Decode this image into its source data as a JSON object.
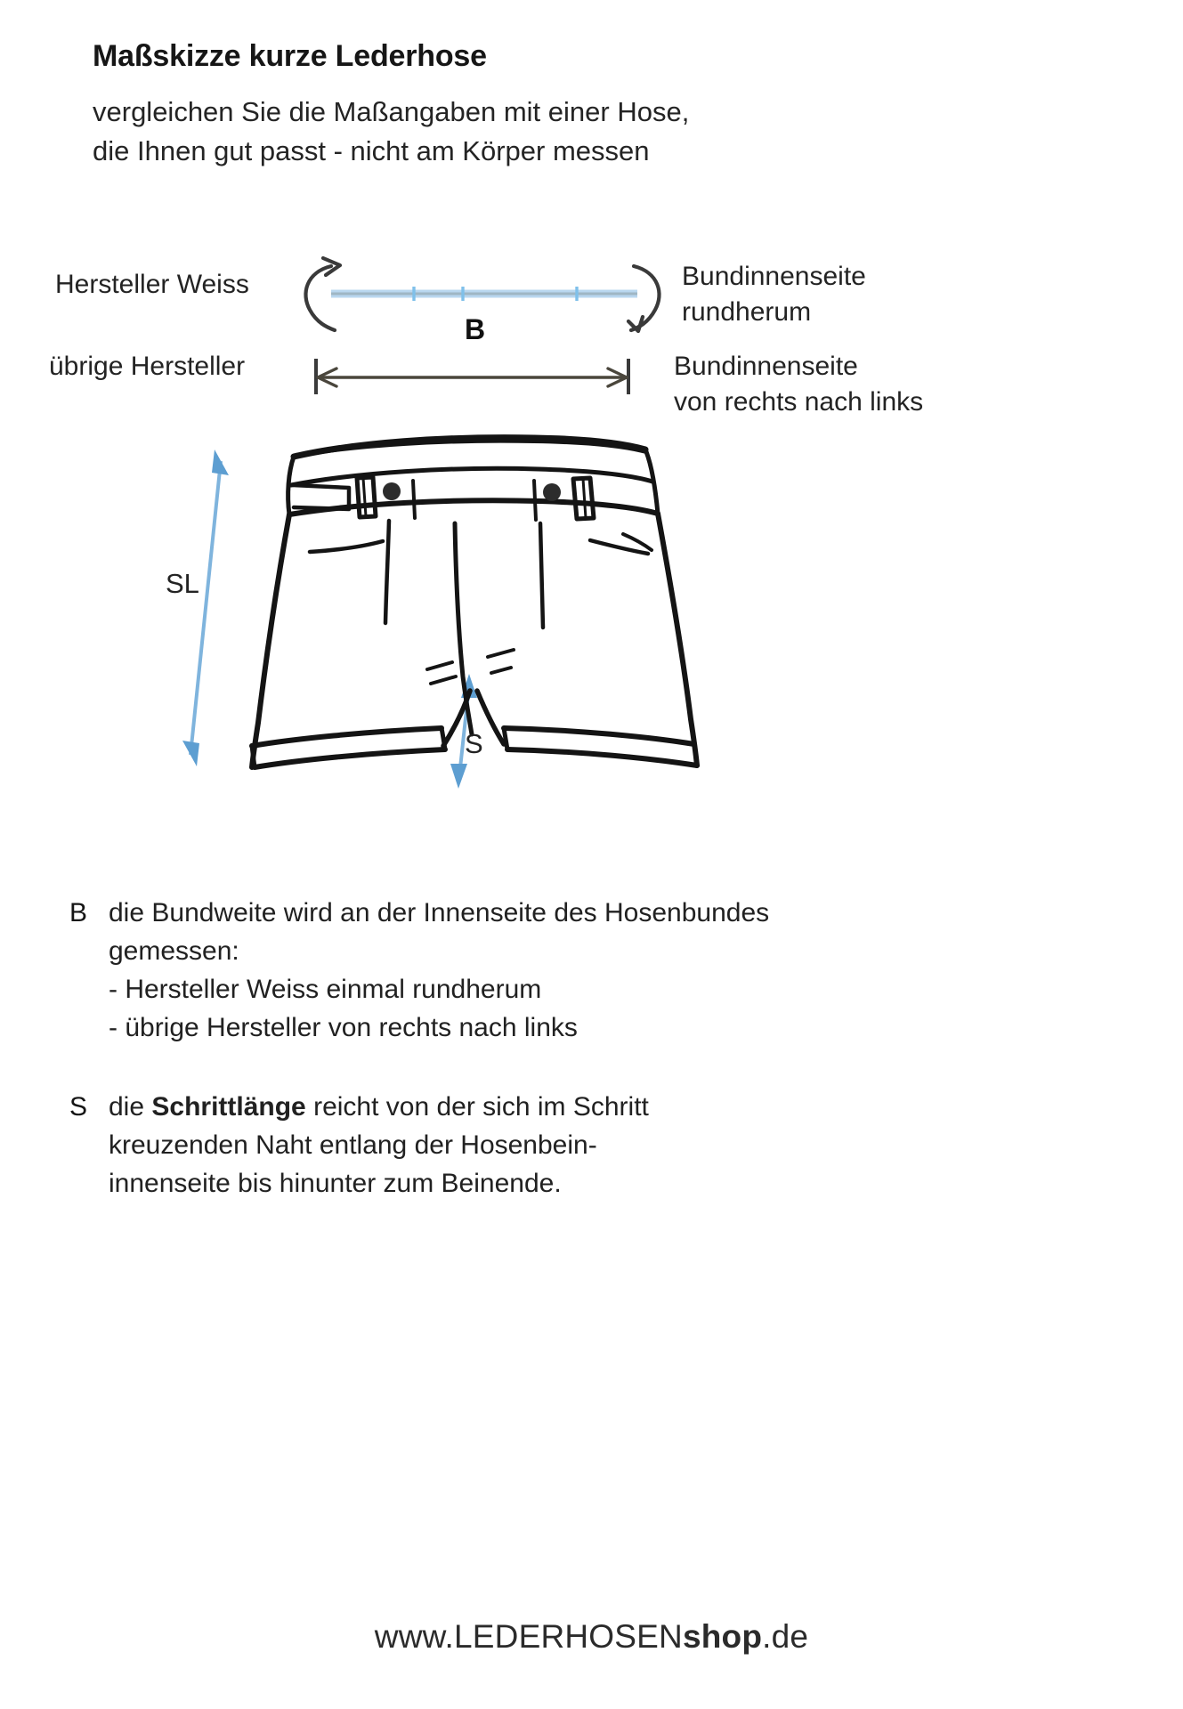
{
  "page": {
    "title": "Maßskizze kurze Lederhose",
    "subtitle_lines": [
      "vergleichen Sie die Maßangaben mit einer Hose,",
      "die Ihnen gut passt - nicht am Körper messen"
    ]
  },
  "waist_diagram": {
    "left_labels": [
      "Hersteller Weiss",
      "übrige Hersteller"
    ],
    "right_labels": [
      "Bundinnenseite",
      "rundherum",
      "Bundinnenseite",
      "von rechts nach links"
    ],
    "dimension_letter": "B",
    "arrow_top_style": "curved-round-arrow",
    "arrow_bottom_style": "double-headed-dimension-line"
  },
  "sketch": {
    "alt": "hand-drawn short leather trousers front view",
    "vertical_label": "SL",
    "inseam_label": "S",
    "arrow_color": "#6aa3d5"
  },
  "explanations": [
    {
      "key": "B",
      "lines": [
        "die Bundweite wird an der Innenseite des Hosenbundes",
        "gemessen:",
        "- Hersteller Weiss einmal rundherum",
        "- übrige Hersteller von rechts nach links"
      ]
    },
    {
      "key": "S",
      "lines": [
        "die <b>Schrittlänge</b> reicht von der sich im Schritt",
        "kreuzenden Naht entlang der Hosenbein-",
        "innenseite bis hinunter zum Beinende."
      ]
    }
  ],
  "footer": {
    "prefix": "www.",
    "brand_caps": "LEDERHOSEN",
    "brand_bold": "shop",
    "tld": ".de"
  },
  "colors": {
    "text": "#212121",
    "arrow_blue": "#6aa3d5",
    "sketch_ink": "#141414"
  }
}
